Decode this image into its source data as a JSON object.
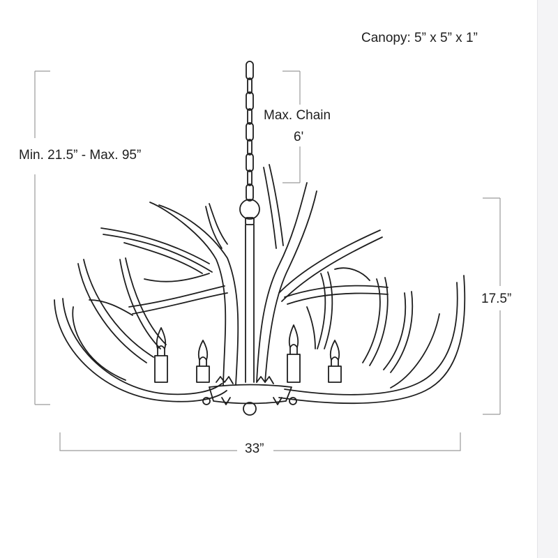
{
  "dimensions": {
    "canopy": "Canopy: 5” x  5” x 1”",
    "chain_line1": "Max. Chain",
    "chain_line2": "6'",
    "overall_height": "Min. 21.5” - Max. 95”",
    "fixture_height": "17.5”",
    "width": "33”"
  },
  "colors": {
    "line": "#1e1e1e",
    "dimension_line": "#9a9a9a",
    "background": "#ffffff"
  }
}
